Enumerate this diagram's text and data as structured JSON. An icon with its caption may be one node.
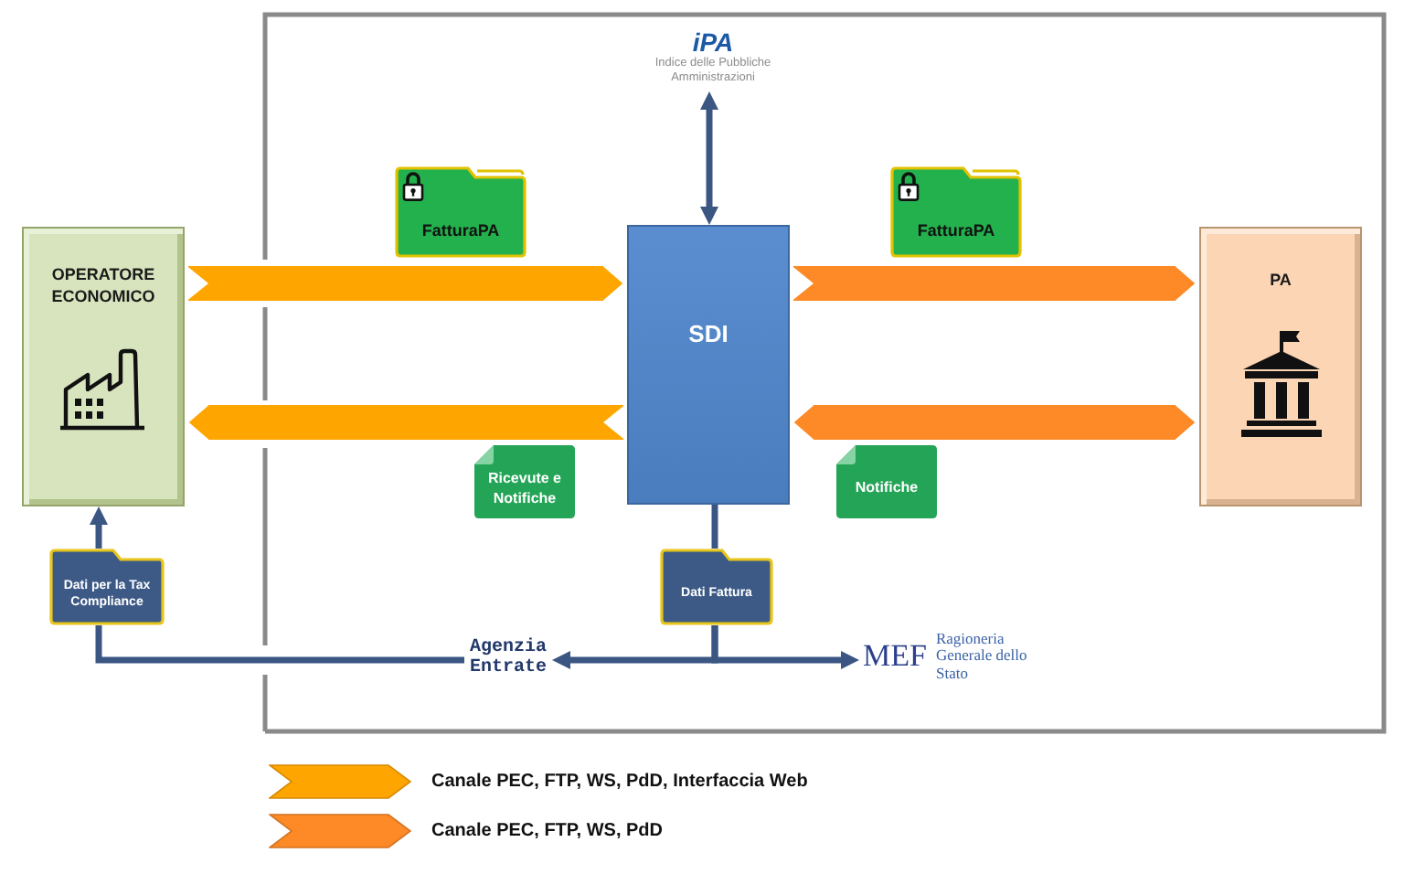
{
  "diagram": {
    "nodes": [
      {
        "text": [
          "iPA",
          "Indice delle Pubbliche Amministrazioni"
        ]
      },
      {
        "text": [
          "FatturaPA"
        ]
      },
      {
        "text": [
          "FatturaPA"
        ]
      },
      {
        "text": [
          "OPERATORE ECONOMICO"
        ]
      },
      {
        "text": [
          "SDI"
        ]
      },
      {
        "text": [
          "PA"
        ]
      },
      {
        "text": [
          "Ricevute e Notifiche"
        ]
      },
      {
        "text": [
          "Notifiche"
        ]
      },
      {
        "text": [
          "Dati per la Tax Compliance"
        ]
      },
      {
        "text": [
          "Dati Fattura"
        ]
      },
      {
        "text": [
          "Agenzia Entrate"
        ]
      },
      {
        "text": [
          "MEF",
          "Ragioneria Generale dello Stato"
        ]
      }
    ],
    "edges": [
      {
        "from": 3,
        "to": 4,
        "arrow": "to",
        "style": "thick",
        "color": "#ffa500"
      },
      {
        "from": 4,
        "to": 3,
        "arrow": "to",
        "style": "thick",
        "color": "#ffa500"
      },
      {
        "from": 4,
        "to": 5,
        "arrow": "to",
        "style": "thick",
        "color": "#fd8a26"
      },
      {
        "from": 5,
        "to": 4,
        "arrow": "both",
        "style": "thick",
        "color": "#fd8a26"
      },
      {
        "from": 4,
        "to": 0,
        "arrow": "both"
      },
      {
        "from": 4,
        "to": 9,
        "arrow": "none"
      },
      {
        "from": 9,
        "to": 10,
        "arrow": "to"
      },
      {
        "from": 9,
        "to": 11,
        "arrow": "to"
      },
      {
        "from": 10,
        "to": 8,
        "arrow": "none"
      },
      {
        "from": 8,
        "to": 3,
        "arrow": "to"
      }
    ],
    "legend": [
      {
        "text": "Canale PEC, FTP, WS, PdD, Interfaccia Web",
        "color": "#ffa500"
      },
      {
        "text": "Canale PEC, FTP, WS, PdD",
        "color": "#fd8a26"
      }
    ]
  }
}
